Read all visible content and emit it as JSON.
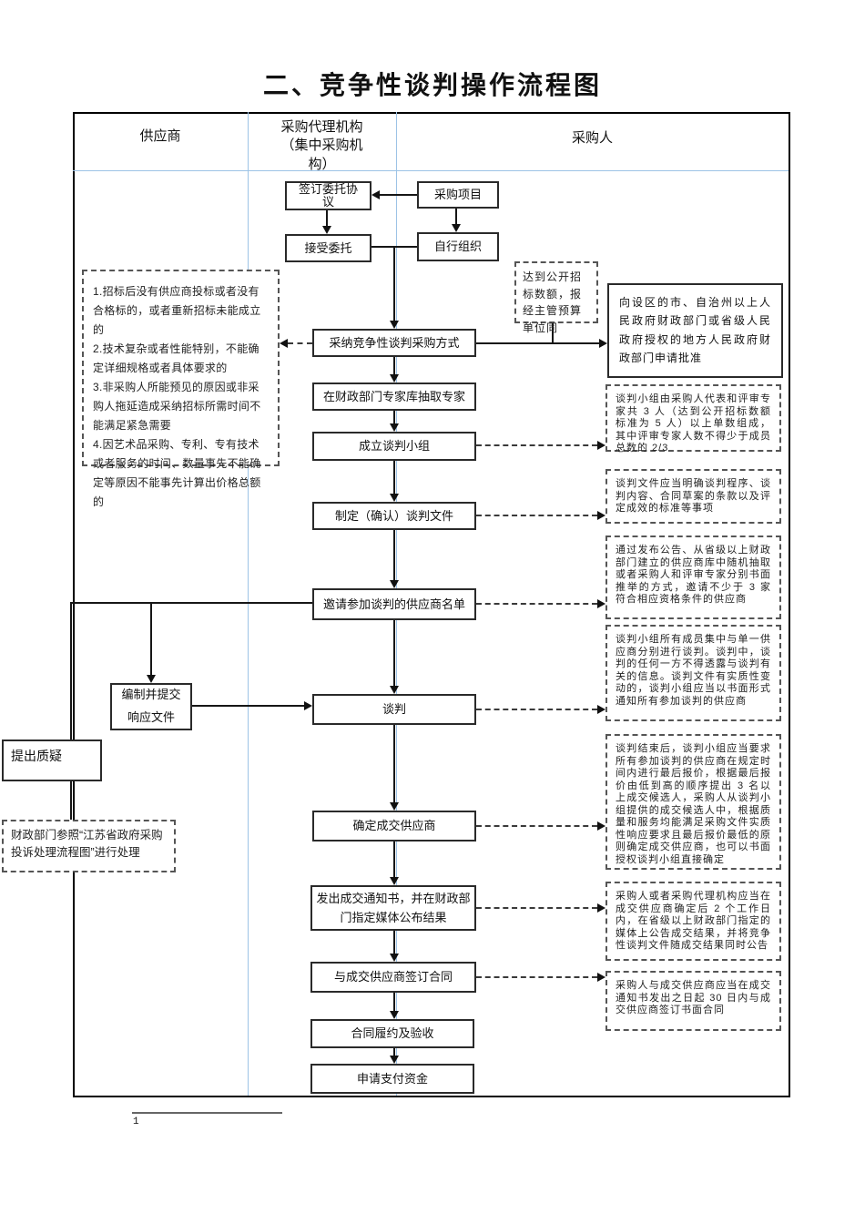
{
  "title": "二、竞争性谈判操作流程图",
  "columns": {
    "supplier": "供应商",
    "agency": "采购代理机构\n（集中采购机\n构）",
    "purchaser": "采购人"
  },
  "nodes": {
    "purchase_project": "采购项目",
    "sign_agreement": "签订委托协\n议",
    "accept_commission": "接受委托",
    "self_organize": "自行组织",
    "adopt_method": "采纳竞争性谈判采购方式",
    "extract_experts": "在财政部门专家库抽取专家",
    "form_group": "成立谈判小组",
    "make_documents": "制定（确认）谈判文件",
    "invite_suppliers": "邀请参加谈判的供应商名单",
    "negotiate": "谈判",
    "determine_supplier": "确定成交供应商",
    "issue_notice": "发出成交通知书，并在财政部\n门指定媒体公布结果",
    "sign_contract": "与成交供应商签订合同",
    "contract_acceptance": "合同履约及验收",
    "request_payment": "申请支付资金",
    "prepare_response": "编制并提交\n响应文件",
    "raise_query": "提出质疑",
    "apply_approval": "向设区的市、自治州以上人民政府财政部门或省级人民政府授权的地方人民政府财政部门申请批准"
  },
  "annotations": {
    "reach_threshold": "达到公开招标数额，报经主管预算单位同",
    "negotiation_reasons": "1.招标后没有供应商投标或者没有合格标的，或者重新招标未能成立的\n2.技术复杂或者性能特别，不能确定详细规格或者具体要求的\n3.非采购人所能预见的原因或非采购人拖延造成采纳招标所需时间不能满足紧急需要\n4.因艺术品采购、专利、专有技术或者服务的时间、数量事先不能确定等原因不能事先计算出价格总额的",
    "group_composition": "谈判小组由采购人代表和评审专家共 3 人（达到公开招标数额标准为 5 人）以上单数组成，其中评审专家人数不得少于成员总数的 2/3",
    "document_requirements": "谈判文件应当明确谈判程序、谈判内容、合同草案的条款以及评定成效的标准等事项",
    "invitation_method": "通过发布公告、从省级以上财政部门建立的供应商库中随机抽取或者采购人和评审专家分别书面推举的方式，邀请不少于 3 家符合相应资格条件的供应商",
    "negotiation_rules": "谈判小组所有成员集中与单一供应商分别进行谈判。谈判中，谈判的任何一方不得透露与谈判有关的信息。谈判文件有实质性变动的，谈判小组应当以书面形式通知所有参加谈判的供应商",
    "final_quotation": "谈判结束后，谈判小组应当要求所有参加谈判的供应商在规定时间内进行最后报价，根据最后报价由低到高的顺序提出 3 名以上成交候选人，采购人从谈判小组提供的成交候选人中，根据质量和服务均能满足采购文件实质性响应要求且最后报价最低的原则确定成交供应商，也可以书面授权谈判小组直接确定",
    "result_announcement": "采购人或者采购代理机构应当在成交供应商确定后 2 个工作日内，在省级以上财政部门指定的媒体上公告成交结果，并将竞争性谈判文件随成交结果同时公告",
    "contract_deadline": "采购人与成交供应商应当在成交通知书发出之日起 30 日内与成交供应商签订书面合同",
    "complaint_handling": "财政部门参照“江苏省政府采购投诉处理流程图”进行处理"
  },
  "footnote": "1",
  "colors": {
    "divider": "#9dc3e6",
    "line": "#161616"
  }
}
